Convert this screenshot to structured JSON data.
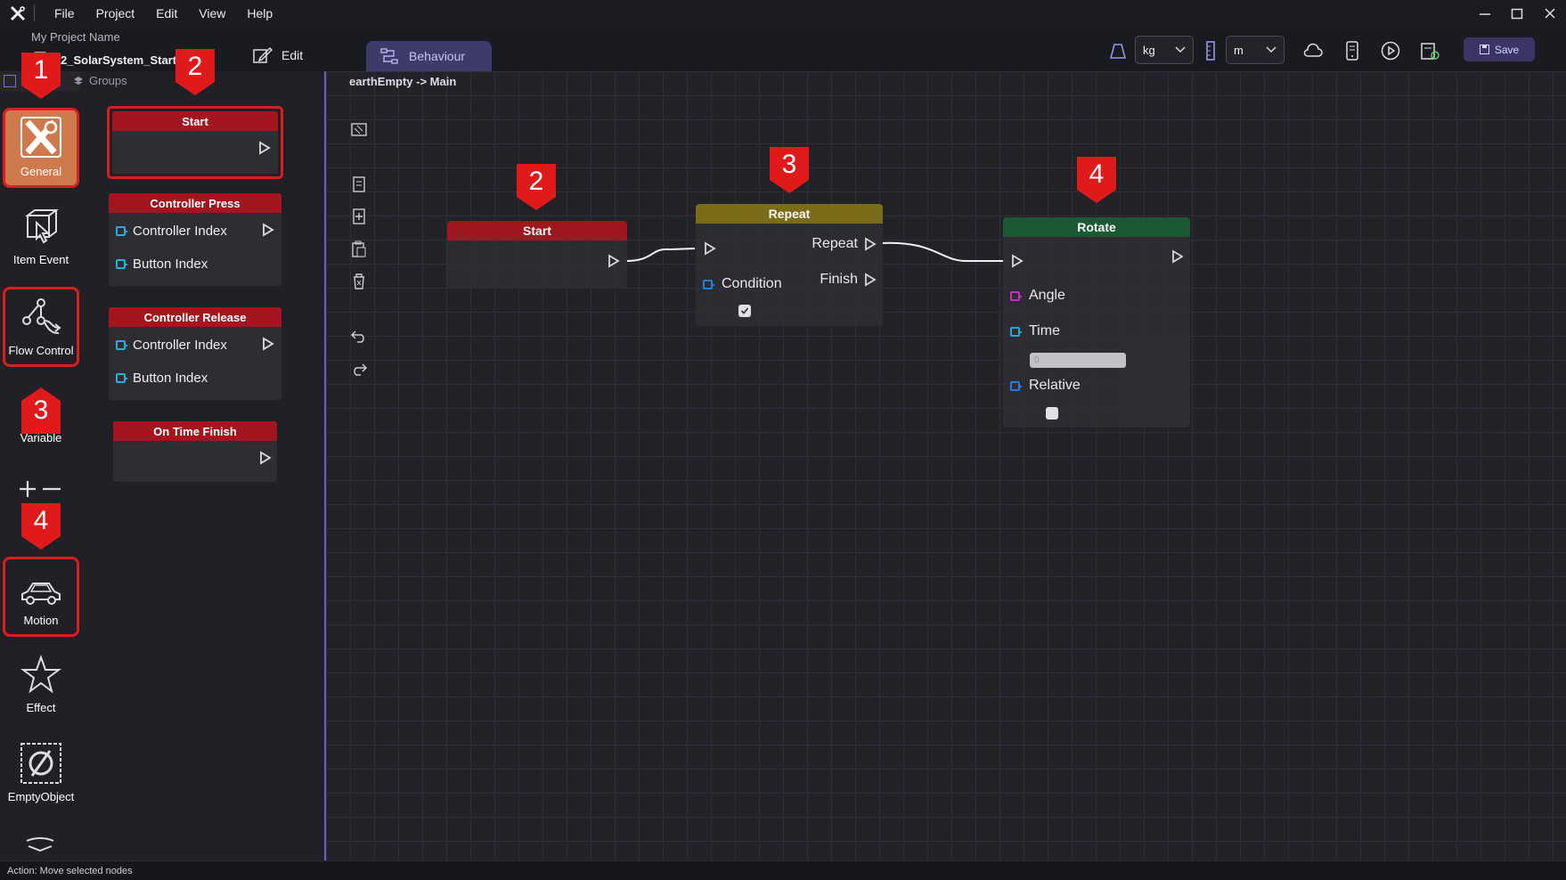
{
  "menu": {
    "items": [
      "File",
      "Project",
      "Edit",
      "View",
      "Help"
    ]
  },
  "header": {
    "project_name": "My Project Name",
    "file_name": "2_SolarSystem_Starte",
    "edit_label": "Edit",
    "active_tab": "Behaviour",
    "mass_unit": "kg",
    "length_unit": "m",
    "save_label": "Save"
  },
  "left_panel": {
    "groups_label": "Groups",
    "categories": [
      "General",
      "Item Event",
      "Flow Control",
      "Variable",
      "Motion",
      "Effect",
      "EmptyObject"
    ]
  },
  "palette": {
    "start": {
      "title": "Start"
    },
    "controller_press": {
      "title": "Controller Press",
      "inputs": [
        "Controller Index",
        "Button Index"
      ]
    },
    "controller_release": {
      "title": "Controller Release",
      "inputs": [
        "Controller Index",
        "Button Index"
      ]
    },
    "on_time_finish": {
      "title": "On Time Finish"
    }
  },
  "canvas": {
    "breadcrumb": "earthEmpty -> Main",
    "nodes": {
      "start": {
        "title": "Start",
        "color": "#a4161f"
      },
      "repeat": {
        "title": "Repeat",
        "color": "#7d6f18",
        "outputs": [
          "Repeat",
          "Finish"
        ],
        "inputs": [
          "Condition"
        ],
        "condition_checked": true
      },
      "rotate": {
        "title": "Rotate",
        "color": "#1c5a34",
        "inputs": [
          "Angle",
          "Time",
          "Relative"
        ],
        "time_value": "0",
        "relative_checked": false
      }
    }
  },
  "annotations": {
    "markers": [
      "1",
      "2",
      "3",
      "4",
      "2",
      "3",
      "4"
    ],
    "color": "#e01a1a"
  },
  "statusbar": {
    "text": "Action: Move selected nodes"
  }
}
